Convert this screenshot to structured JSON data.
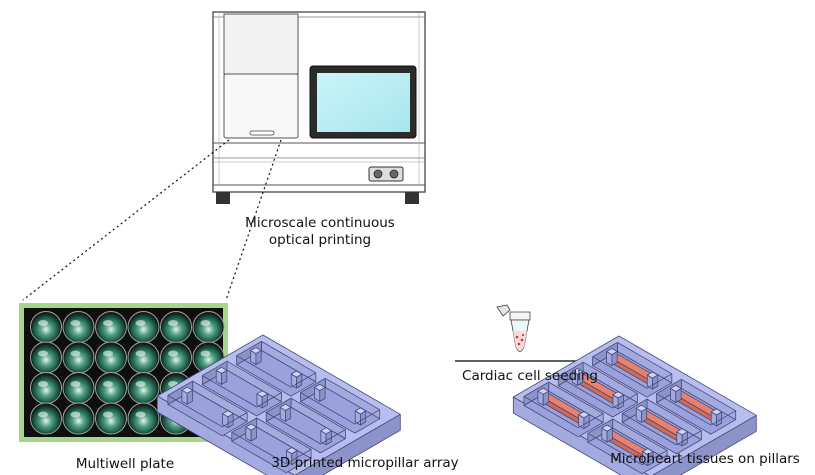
{
  "labels": {
    "printer_line1": "Microscale continuous",
    "printer_line2": "optical printing",
    "multiwell": "Multiwell plate",
    "micropillar_array": "3D printed micropillar array",
    "cell_seeding": "Cardiac cell seeding",
    "microheart": "Microheart tissues on pillars"
  },
  "colors": {
    "array_top": "#b7bdee",
    "array_left": "#a3aadf",
    "array_right": "#8c93c9",
    "array_floor": "#9aa1dd",
    "tissue": "#e8826e",
    "plate_frame": "#a6d68a",
    "screen": "#b8eef4"
  },
  "plate": {
    "rows": 4,
    "cols": 6
  }
}
